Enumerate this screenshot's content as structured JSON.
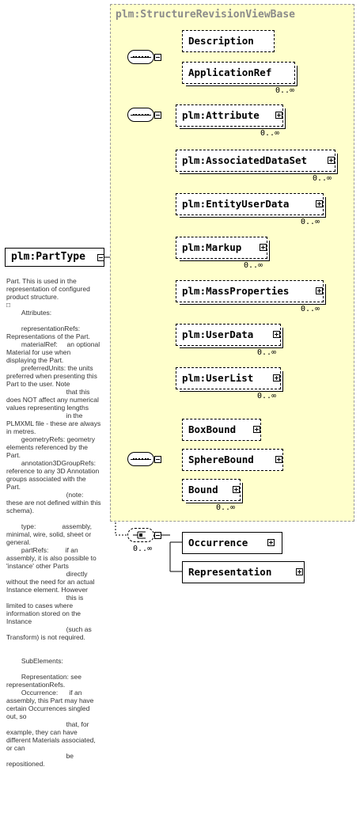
{
  "group": {
    "title": "plm:StructureRevisionViewBase"
  },
  "root": {
    "label": "plm:PartType"
  },
  "elements": {
    "description": "Description",
    "application_ref": "ApplicationRef",
    "attribute": "plm:Attribute",
    "associated_data_set": "plm:AssociatedDataSet",
    "entity_user_data": "plm:EntityUserData",
    "markup": "plm:Markup",
    "mass_properties": "plm:MassProperties",
    "user_data": "plm:UserData",
    "user_list": "plm:UserList",
    "box_bound": "BoxBound",
    "sphere_bound": "SphereBound",
    "bound": "Bound",
    "occurrence": "Occurrence",
    "representation": "Representation"
  },
  "cardinalities": {
    "application_ref": "0..∞",
    "attribute": "0..∞",
    "associated_data_set": "0..∞",
    "entity_user_data": "0..∞",
    "markup": "0..∞",
    "mass_properties": "0..∞",
    "user_data": "0..∞",
    "user_list": "0..∞",
    "bound": "0..∞",
    "choice": "0..∞"
  },
  "annotation": "Part. This is used in the representation of configured product structure.\n□\n        Attributes:\n\n        representationRefs: Representations of the Part.\n        materialRef:     an optional Material for use when displaying the Part.\n        preferredUnits: the units preferred when presenting this Part to the user. Note\n                                that this does NOT affect any numerical values representing lengths\n                                in the PLMXML file - these are always in metres.\n        geometryRefs: geometry elements referenced by the Part.\n        annotation3DGroupRefs: reference to any 3D Annotation groups associated with the Part.\n                                (note: these are not defined within this schema).\n\n        type:              assembly, minimal, wire, solid, sheet or general.\n        partRefs:         if an assembly, it is also possible to 'instance' other Parts\n                                directly without the need for an actual Instance element. However\n                                this is limited to cases where information stored on the Instance\n                                (such as Transform) is not required.\n\n\n        SubElements:\n\n        Representation: see representationRefs.\n        Occurrence:      if an assembly, this Part may have certain Occurrences singled out, so\n                                that, for example, they can have different Materials associated, or can\n                                be repositioned.",
  "colors": {
    "group_fill": "#ffffcc",
    "group_border": "#999999",
    "group_title": "#8a8a8a",
    "annotation_text": "#333333"
  }
}
